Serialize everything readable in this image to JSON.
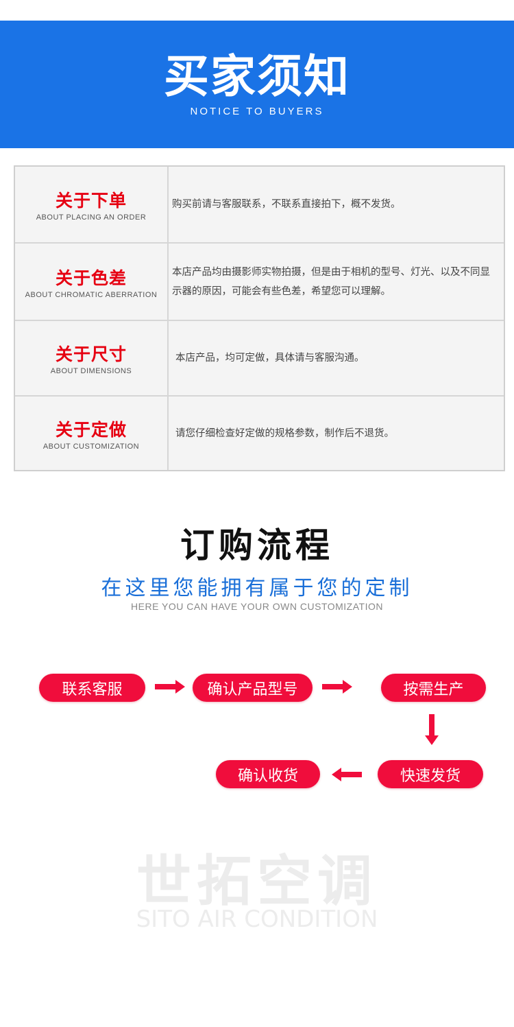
{
  "banner": {
    "title": "买家须知",
    "subtitle": "NOTICE TO BUYERS",
    "color": "#1a73e6"
  },
  "notices": [
    {
      "title": "关于下单",
      "subtitle": "ABOUT PLACING AN ORDER",
      "text": "购买前请与客服联系，不联系直接拍下，概不发货。"
    },
    {
      "title": "关于色差",
      "subtitle": "ABOUT CHROMATIC ABERRATION",
      "text": "本店产品均由摄影师实物拍摄，但是由于相机的型号、灯光、以及不同显示器的原因，可能会有些色差，希望您可以理解。"
    },
    {
      "title": "关于尺寸",
      "subtitle": "ABOUT DIMENSIONS",
      "text": "本店产品，均可定做，具体请与客服沟通。"
    },
    {
      "title": "关于定做",
      "subtitle": "ABOUT CUSTOMIZATION",
      "text": "请您仔细检查好定做的规格参数，制作后不退货。"
    }
  ],
  "watermark": {
    "zh": "世拓空调",
    "en": "SITO AIR CONDITION"
  },
  "process": {
    "title": "订购流程",
    "subtitle": "在这里您能拥有属于您的定制",
    "subtitle_en": "HERE YOU CAN HAVE YOUR OWN CUSTOMIZATION",
    "steps": [
      "联系客服",
      "确认产品型号",
      "按需生产",
      "快速发货",
      "确认收货"
    ],
    "accent": "#f00d3c"
  }
}
